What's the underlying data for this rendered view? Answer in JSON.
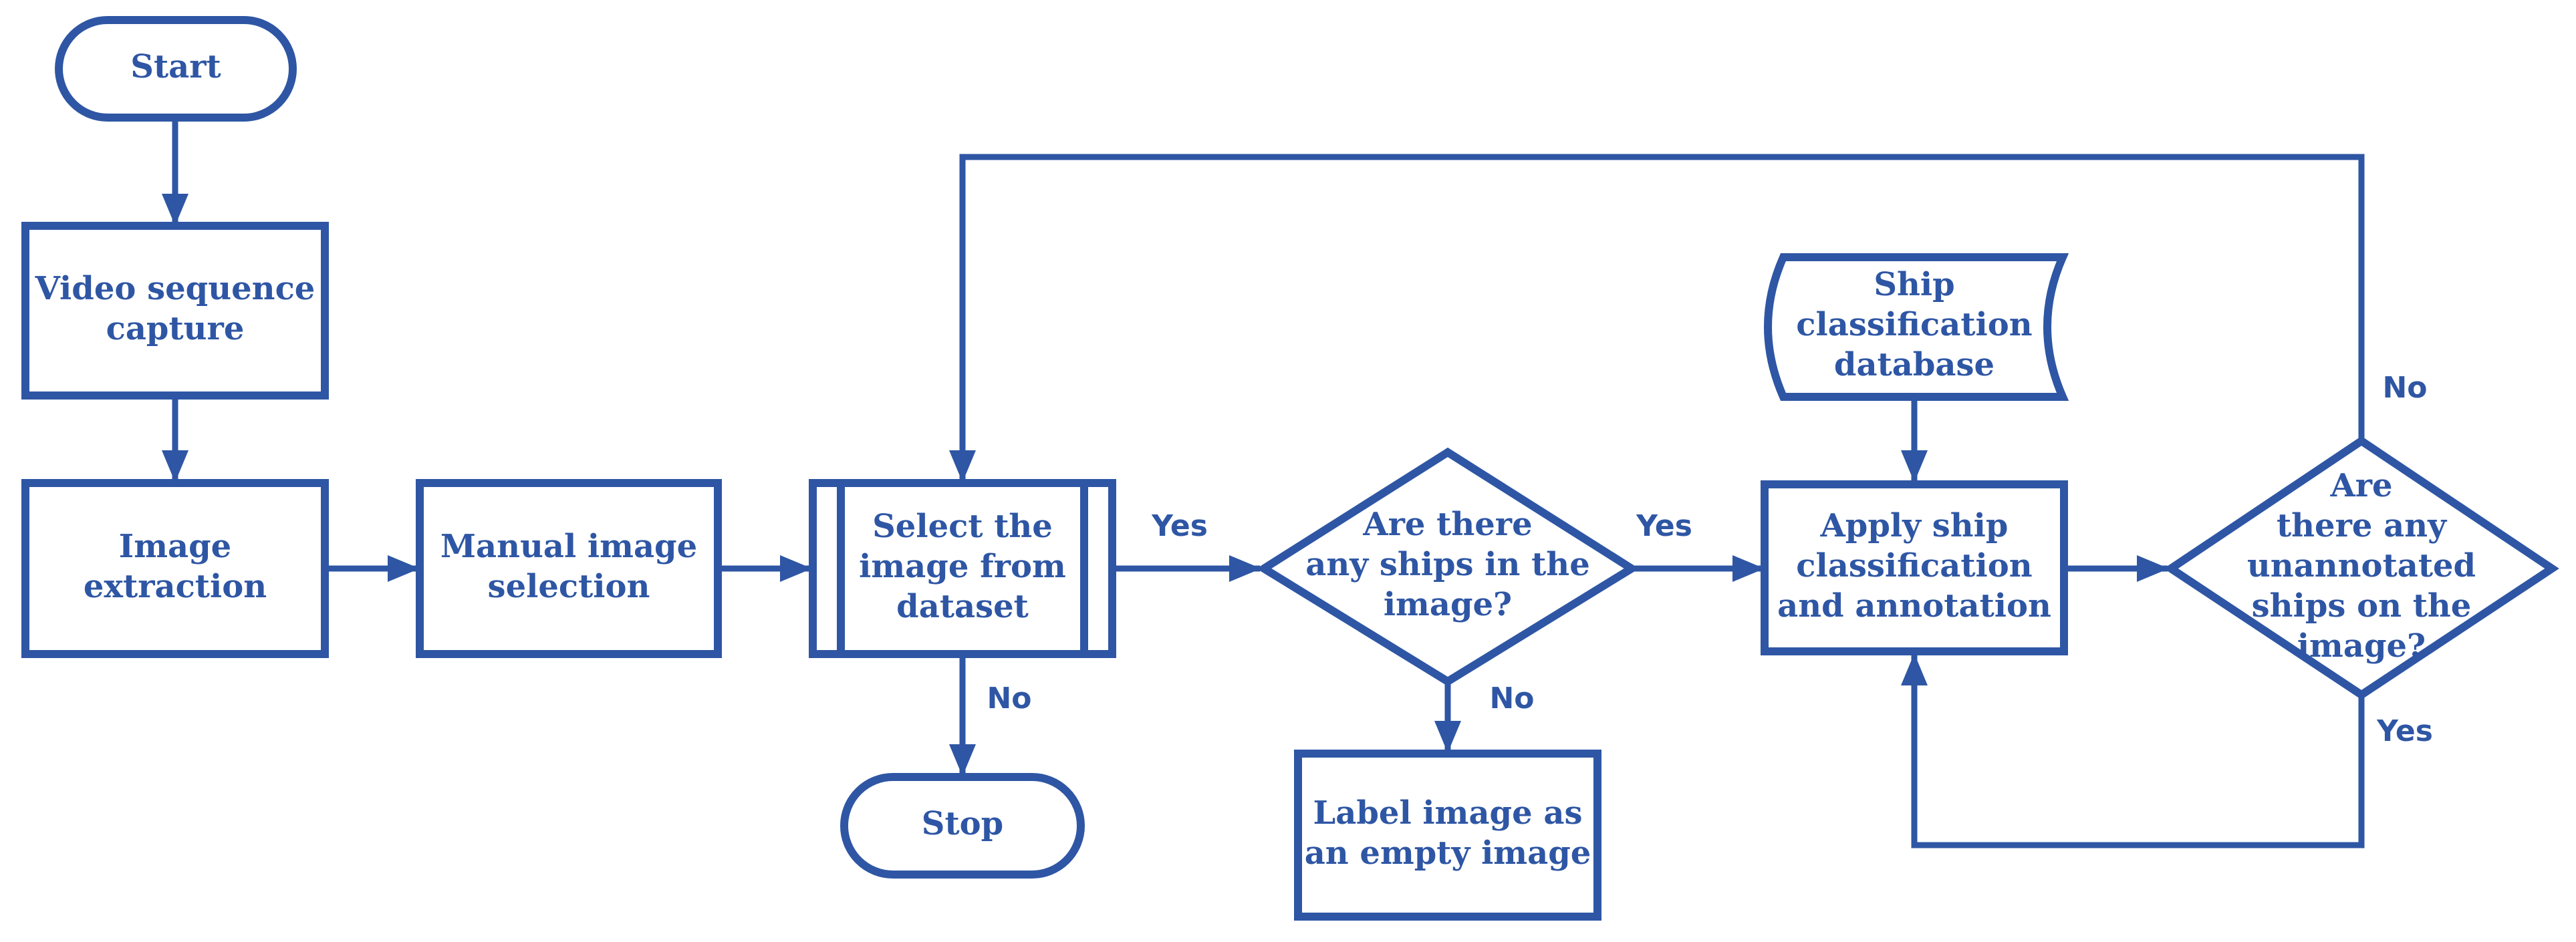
{
  "colors": {
    "stroke": "#2e56a4",
    "text": "#2e56a4",
    "background": "#ffffff"
  },
  "nodes": {
    "start": {
      "lines": [
        "Start"
      ]
    },
    "video_capture": {
      "lines": [
        "Video sequence",
        "capture"
      ]
    },
    "image_extraction": {
      "lines": [
        "Image",
        "extraction"
      ]
    },
    "manual_selection": {
      "lines": [
        "Manual image",
        "selection"
      ]
    },
    "select_image": {
      "lines": [
        "Select the",
        "image from",
        "dataset"
      ]
    },
    "stop": {
      "lines": [
        "Stop"
      ]
    },
    "ships_decision": {
      "lines": [
        "Are there",
        "any ships in the",
        "image?"
      ]
    },
    "label_empty": {
      "lines": [
        "Label image as",
        "an empty image"
      ]
    },
    "ship_database": {
      "lines": [
        "Ship",
        "classification",
        "database"
      ]
    },
    "apply_classification": {
      "lines": [
        "Apply ship",
        "classification",
        "and  annotation"
      ]
    },
    "unannotated_decision": {
      "lines": [
        "Are",
        "there any",
        "unannotated",
        "ships on the",
        "image?"
      ]
    }
  },
  "edge_labels": {
    "select_to_stop": "No",
    "select_to_decision": "Yes",
    "decision_to_apply": "Yes",
    "decision_to_label": "No",
    "unannotated_loop_no": "No",
    "unannotated_loop_yes": "Yes"
  }
}
